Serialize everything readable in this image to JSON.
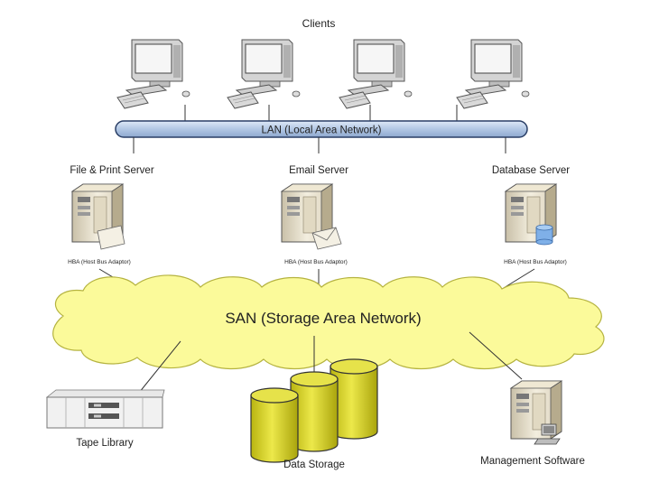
{
  "diagram": {
    "clients_label": "Clients",
    "lan_label": "LAN (Local Area Network)",
    "servers": [
      {
        "label": "File & Print Server",
        "hba": "HBA (Host Bus Adaptor)",
        "icon": "file-print-server-icon"
      },
      {
        "label": "Email Server",
        "hba": "HBA (Host Bus Adaptor)",
        "icon": "email-server-icon"
      },
      {
        "label": "Database Server",
        "hba": "HBA (Host Bus Adaptor)",
        "icon": "database-server-icon"
      }
    ],
    "san_label": "SAN (Storage Area Network)",
    "tape_library_label": "Tape Library",
    "data_storage_label": "Data Storage",
    "management_label": "Management Software"
  },
  "colors": {
    "lan_fill": "#b9cde8",
    "lan_stroke": "#2a3f66",
    "cloud_fill": "#fbfa9a",
    "cloud_stroke": "#b5b340",
    "cylinder_fill": "#d6d11e",
    "server_fill": "#efe9d7",
    "monitor_fill": "#e6e6e6"
  }
}
